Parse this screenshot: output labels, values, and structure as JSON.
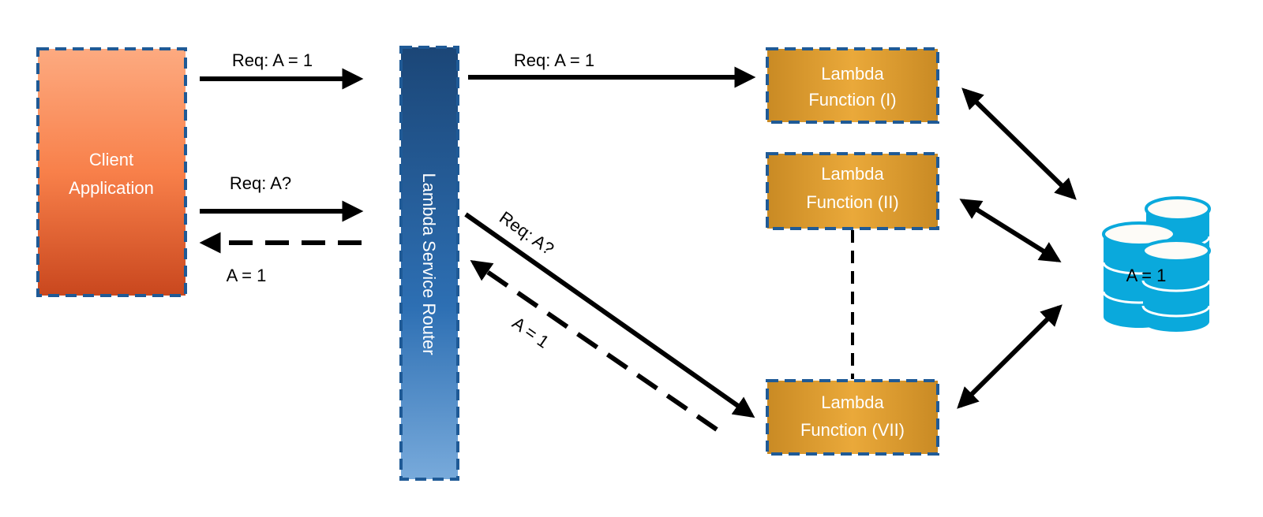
{
  "nodes": {
    "client": {
      "line1": "Client",
      "line2": "Application"
    },
    "router": {
      "label": "Lambda Service Router"
    },
    "lambda1": {
      "line1": "Lambda",
      "line2": "Function (I)"
    },
    "lambda2": {
      "line1": "Lambda",
      "line2": "Function (II)"
    },
    "lambda7": {
      "line1": "Lambda",
      "line2": "Function (VII)"
    },
    "database": {
      "label": "A = 1",
      "icon": "database-icon"
    }
  },
  "edges": {
    "client_to_router_set": "Req: A = 1",
    "router_to_lambda1": "Req: A = 1",
    "client_to_router_get": "Req: A?",
    "router_to_client_response": "A = 1",
    "router_to_lambda7": "Req: A?",
    "lambda7_to_router_response": "A = 1"
  },
  "colors": {
    "client": "#f47a45",
    "router": "#2a66a5",
    "lambda": "#e0a030",
    "border": "#1f5a96",
    "database": "#0aa9dc"
  }
}
